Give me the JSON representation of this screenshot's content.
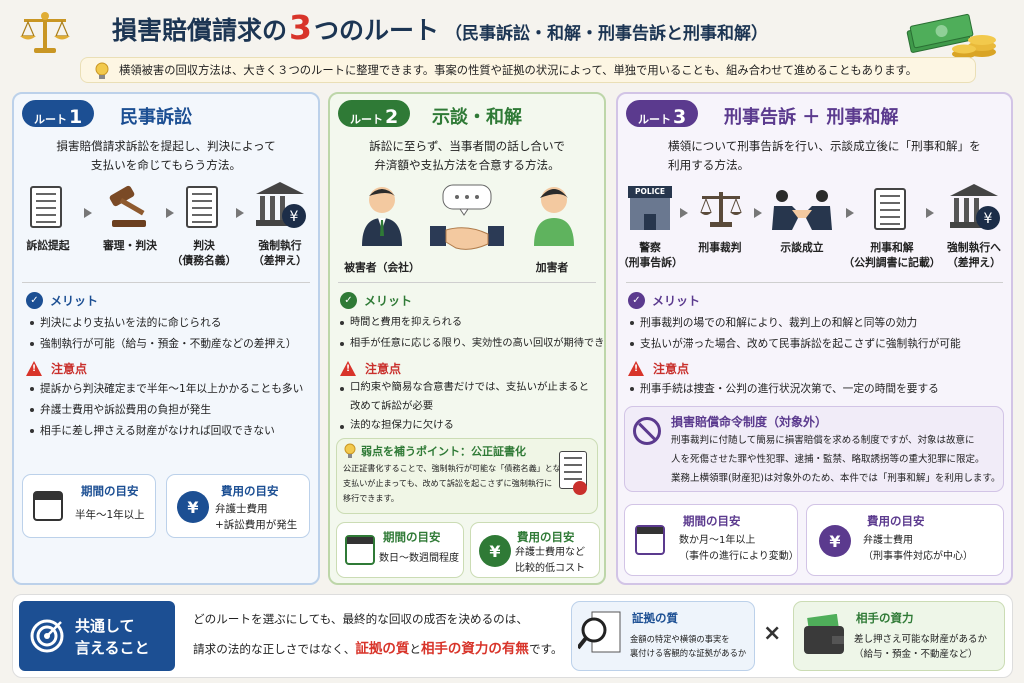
{
  "header": {
    "title_part1": "損害賠償請求の",
    "title_number": "3",
    "title_part2": "つのルート",
    "title_paren": "（民事訴訟・和解・刑事告訴と刑事和解）",
    "intro": "横領被害の回収方法は、大きく３つのルートに整理できます。事案の性質や証拠の状況によって、単独で用いることも、組み合わせて進めることもあります。",
    "icons": [
      "scales-icon",
      "lightbulb-icon",
      "money-stack-icon"
    ]
  },
  "routes": [
    {
      "badge": "ルート",
      "num": "1",
      "title": "民事訴訟",
      "color": "#1c4f93",
      "desc_lines": [
        "損害賠償請求訴訟を提起し、判決によって",
        "支払いを命じてもらう方法。"
      ],
      "flow": [
        "訴訟提起",
        "審理・判決",
        "判決\n（債務名義）",
        "強制執行\n（差押え）"
      ],
      "merit_title": "メリット",
      "merits": [
        "判決により支払いを法的に命じられる",
        "強制執行が可能（給与・預金・不動産などの差押え）"
      ],
      "caution_title": "注意点",
      "cautions": [
        "提訴から判決確定まで半年〜1年以上かかることも多い",
        "弁護士費用や訴訟費用の負担が発生",
        "相手に差し押さえる財産がなければ回収できない"
      ],
      "period_title": "期間の目安",
      "period_value": "半年〜1年以上",
      "cost_title": "費用の目安",
      "cost_value": "弁護士費用\n+訴訟費用が発生"
    },
    {
      "badge": "ルート",
      "num": "2",
      "title": "示談・和解",
      "color": "#2f7a36",
      "desc_lines": [
        "訴訟に至らず、当事者間の話し合いで",
        "弁済額や支払方法を合意する方法。"
      ],
      "people": [
        "被害者（会社）",
        "加害者"
      ],
      "merit_title": "メリット",
      "merits": [
        "時間と費用を抑えられる",
        "相手が任意に応じる限り、実効性の高い回収が期待できる"
      ],
      "caution_title": "注意点",
      "cautions": [
        "口約束や簡易な合意書だけでは、支払いが止まると\n改めて訴訟が必要",
        "法的な担保力に欠ける"
      ],
      "tip_title": "弱点を補うポイント：公正証書化",
      "tip_text": "公正証書化することで、強制執行が可能な「債務名義」となり、\n支払いが止まっても、改めて訴訟を起こさずに強制執行に\n移行できます。",
      "period_title": "期間の目安",
      "period_value": "数日〜数週間程度",
      "cost_title": "費用の目安",
      "cost_value": "弁護士費用など\n比較的低コスト"
    },
    {
      "badge": "ルート",
      "num": "3",
      "title": "刑事告訴 ＋ 刑事和解",
      "color": "#5b3a8e",
      "desc_lines": [
        "横領について刑事告訴を行い、示談成立後に「刑事和解」を",
        "利用する方法。"
      ],
      "flow": [
        "警察\n（刑事告訴）",
        "刑事裁判",
        "示談成立",
        "刑事和解\n（公判調書に記載）",
        "強制執行へ\n（差押え）"
      ],
      "police_sign": "POLICE",
      "merit_title": "メリット",
      "merits": [
        "刑事裁判の場での和解により、裁判上の和解と同等の効力",
        "支払いが滞った場合、改めて民事訴訟を起こさずに強制執行が可能"
      ],
      "caution_title": "注意点",
      "cautions": [
        "刑事手続は捜査・公判の進行状況次第で、一定の時間を要する"
      ],
      "note_title": "損害賠償命令制度（対象外）",
      "note_text": "刑事裁判に付随して簡易に損害賠償を求める制度ですが、対象は故意に\n人を死傷させた罪や性犯罪、逮捕・監禁、略取誘拐等の重大犯罪に限定。\n業務上横領罪(財産犯)は対象外のため、本件では「刑事和解」を利用します。",
      "period_title": "期間の目安",
      "period_value": "数か月〜1年以上\n（事件の進行により変動）",
      "cost_title": "費用の目安",
      "cost_value": "弁護士費用\n（刑事事件対応が中心）"
    }
  ],
  "common": {
    "label": "共通して\n言えること",
    "text1": "どのルートを選ぶにしても、最終的な回収の成否を決めるのは、",
    "text2_a": "請求の法的な正しさではなく、",
    "text2_b": "証拠の質",
    "text2_c": "と",
    "text2_d": "相手の資力の有無",
    "text2_e": "です。",
    "evidence_title": "証拠の質",
    "evidence_text": "金額の特定や横領の事実を\n裏付ける客観的な証拠があるか",
    "times": "×",
    "assets_title": "相手の資力",
    "assets_text": "差し押さえ可能な財産があるか\n（給与・預金・不動産など）"
  }
}
